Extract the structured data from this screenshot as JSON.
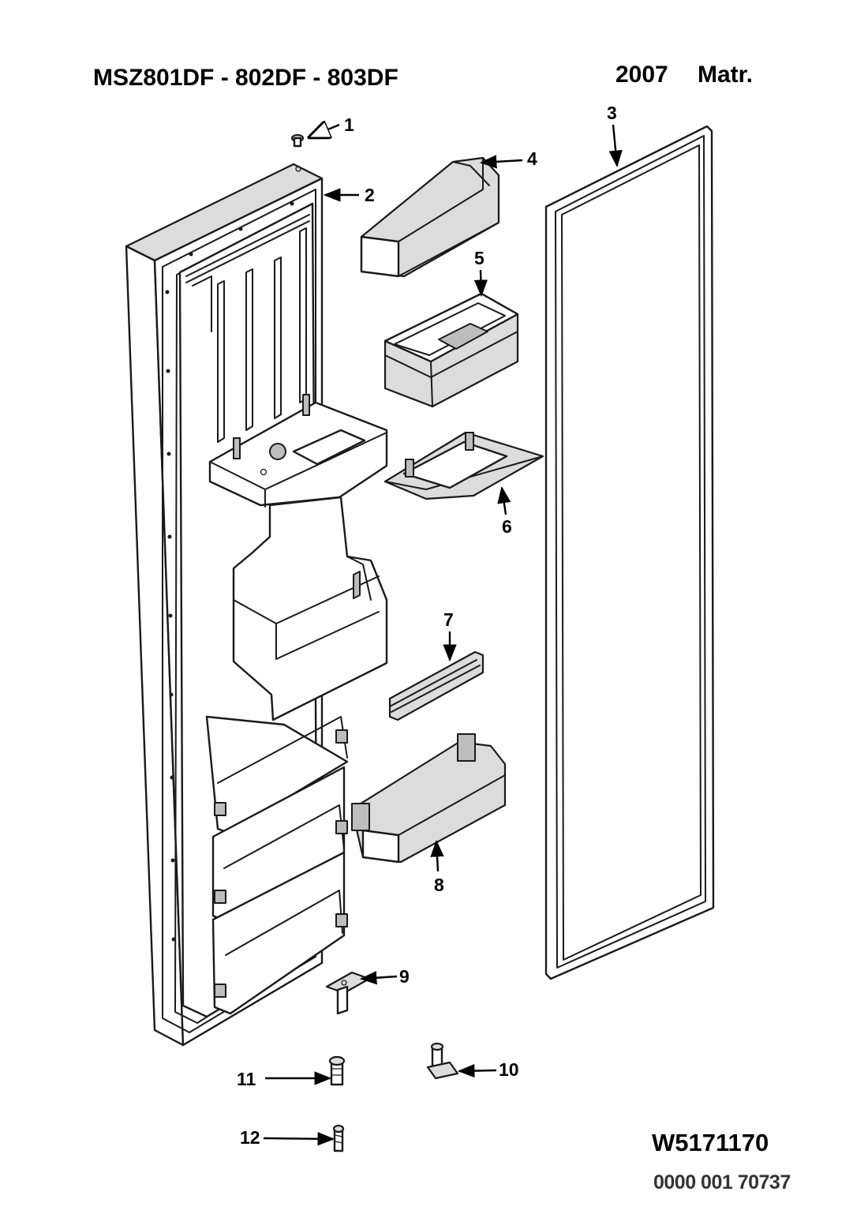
{
  "header": {
    "title": "MSZ801DF - 802DF - 803DF",
    "year": "2007",
    "matr": "Matr."
  },
  "footer": {
    "doc_id": "W5171170",
    "part_no": "0000 001 70737"
  },
  "callouts": [
    "1",
    "2",
    "3",
    "4",
    "5",
    "6",
    "7",
    "8",
    "9",
    "10",
    "11",
    "12"
  ]
}
